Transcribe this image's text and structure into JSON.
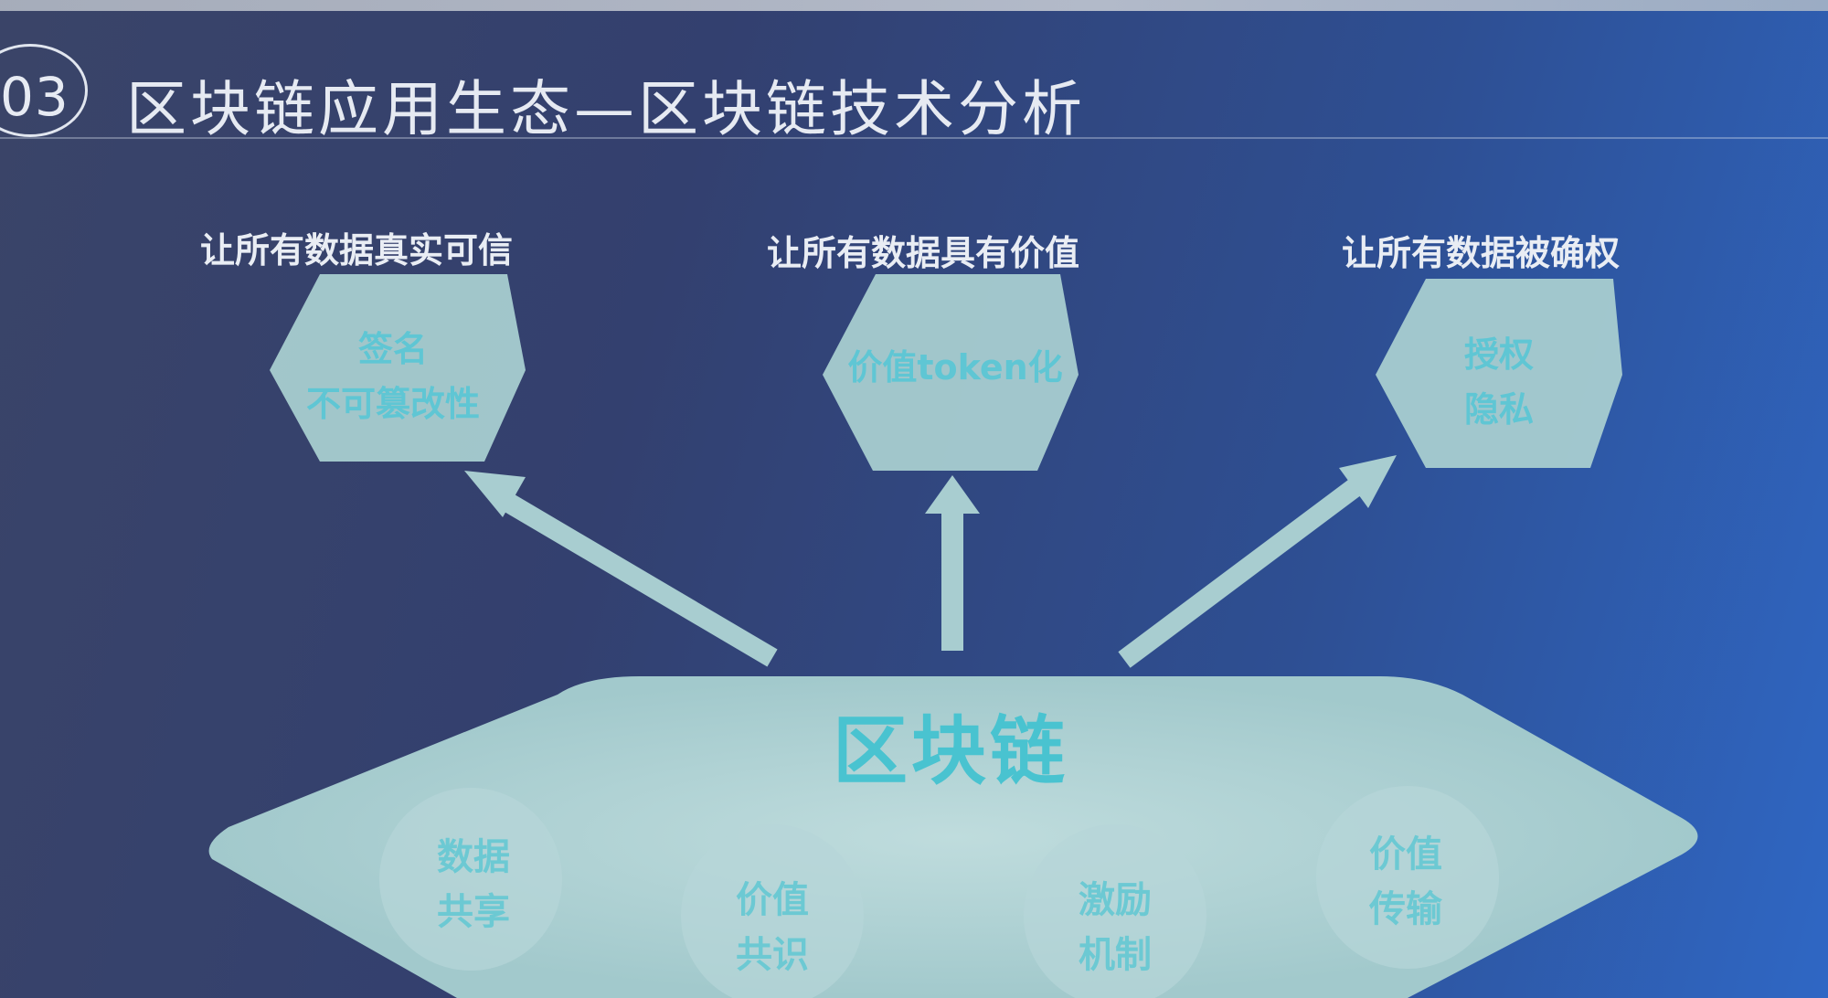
{
  "slide": {
    "number": "03",
    "title": "区块链应用生态—区块链技术分析"
  },
  "goals": [
    {
      "caption": "让所有数据真实可信",
      "hex_lines": [
        "签名",
        "不可篡改性"
      ]
    },
    {
      "caption": "让所有数据具有价值",
      "hex_lines": [
        "价值token化"
      ]
    },
    {
      "caption": "让所有数据被确权",
      "hex_lines": [
        "授权",
        "隐私"
      ]
    }
  ],
  "core": {
    "label": "区块链",
    "features": [
      {
        "lines": [
          "数据",
          "共享"
        ]
      },
      {
        "lines": [
          "价值",
          "共识"
        ]
      },
      {
        "lines": [
          "激励",
          "机制"
        ]
      },
      {
        "lines": [
          "价值",
          "传输"
        ]
      }
    ]
  },
  "colors": {
    "shape_fill": "#a6cccf",
    "text_accent": "#49c3d0",
    "background_left": "#3a4468",
    "background_right": "#2f67c4"
  }
}
